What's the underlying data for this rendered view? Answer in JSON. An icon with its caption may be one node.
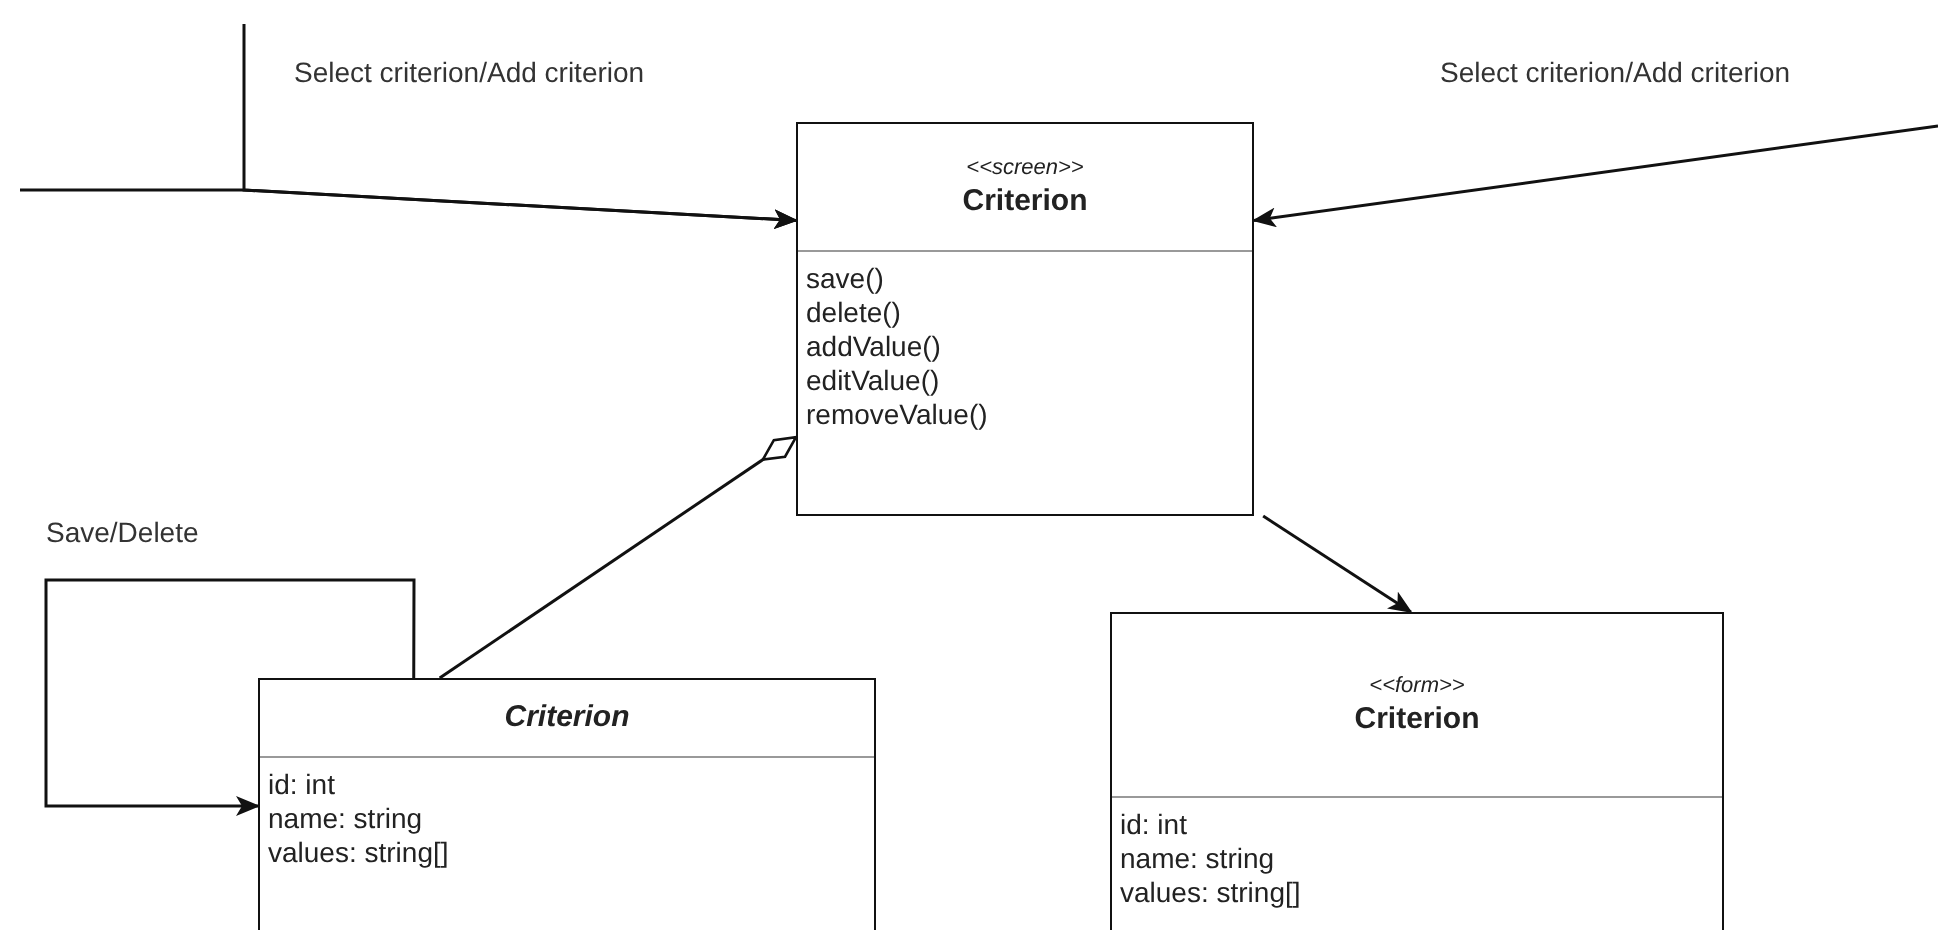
{
  "diagram": {
    "nodes": [
      {
        "text": [
          "<<screen>>",
          "Criterion",
          "save()",
          "delete()",
          "addValue()",
          "editValue()",
          "removeValue()"
        ]
      },
      {
        "text": [
          "Criterion",
          "id: int",
          "name: string",
          "values: string[]"
        ]
      },
      {
        "text": [
          "<<form>>",
          "Criterion",
          "id: int",
          "name: string",
          "values: string[]"
        ]
      }
    ],
    "edges": [
      {
        "from": null,
        "to": 0,
        "arrow": "to"
      },
      {
        "from": null,
        "to": 0,
        "arrow": "to",
        "label": "Select criterion/Add criterion"
      },
      {
        "from": null,
        "to": 0,
        "arrow": "to",
        "label": "Select criterion/Add criterion"
      },
      {
        "from": 1,
        "to": 1,
        "arrow": "to",
        "label": "Save/Delete"
      },
      {
        "from": 1,
        "to": 0,
        "arrow": "other"
      },
      {
        "from": 0,
        "to": 2,
        "arrow": "to"
      }
    ]
  }
}
